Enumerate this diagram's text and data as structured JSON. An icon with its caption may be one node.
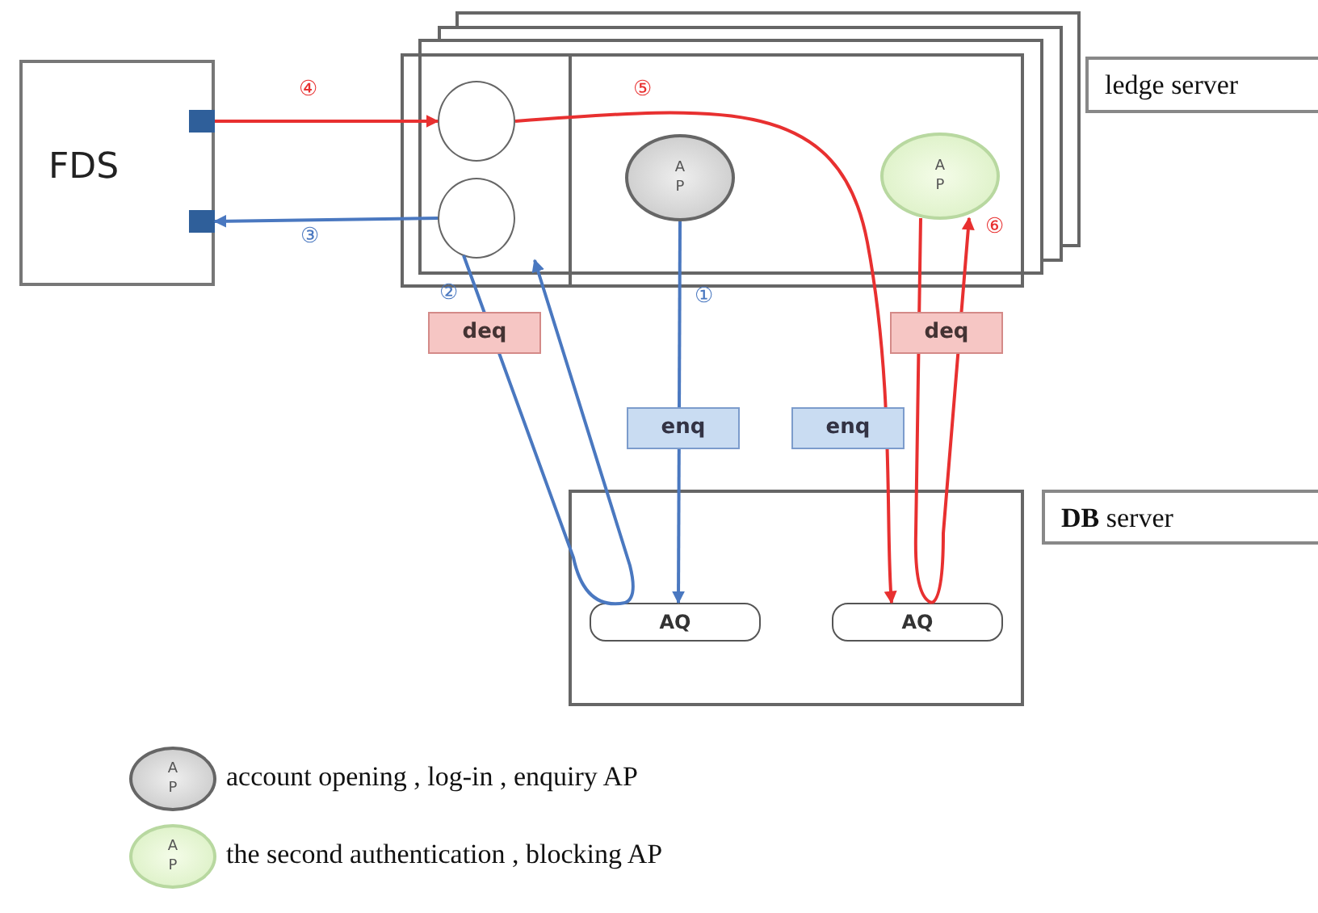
{
  "diagram": {
    "nodes": [
      {
        "text": [
          "FDS"
        ]
      },
      {
        "text": [],
        "shape": "box",
        "in": 0
      },
      {
        "text": [],
        "shape": "box",
        "in": 0
      },
      {
        "text": [],
        "shape": "box"
      },
      {
        "text": [],
        "shape": "box",
        "in": 3
      },
      {
        "text": [],
        "shape": "circle",
        "in": 4
      },
      {
        "text": [],
        "shape": "circle",
        "in": 4
      },
      {
        "text": [
          "A P"
        ],
        "in": 3
      },
      {
        "text": [
          "A P"
        ],
        "in": 3
      },
      {
        "text": [
          "ledge server"
        ]
      },
      {
        "text": [],
        "shape": "box"
      },
      {
        "text": [
          "AQ"
        ],
        "in": 10
      },
      {
        "text": [
          "AQ"
        ],
        "in": 10
      },
      {
        "text": [
          "**DB** server"
        ]
      },
      {
        "text": [
          "A P"
        ],
        "beside": [
          "account opening , log-in , enquiry AP"
        ]
      },
      {
        "text": [
          "A P"
        ],
        "beside": [
          "the second authentication , blocking AP"
        ]
      }
    ],
    "edges": [
      {
        "from": 1,
        "to": 5,
        "arrow": "to",
        "color": "#e83030"
      },
      {
        "from": 6,
        "to": 2,
        "arrow": "to",
        "color": "#4a78c0"
      },
      {
        "from": 5,
        "to": 12,
        "arrow": "to",
        "label": "enq",
        "color": "#e83030"
      },
      {
        "from": 7,
        "to": 11,
        "arrow": "to",
        "label": "enq",
        "color": "#4a78c0"
      },
      {
        "from": 11,
        "to": 6,
        "arrow": "to",
        "label": "deq",
        "color": "#4a78c0"
      },
      {
        "from": 12,
        "to": 8,
        "arrow": "to",
        "label": "deq",
        "color": "#e83030"
      }
    ],
    "labels": [
      "④",
      "⑤",
      "⑥",
      "③",
      "②",
      "①"
    ]
  }
}
